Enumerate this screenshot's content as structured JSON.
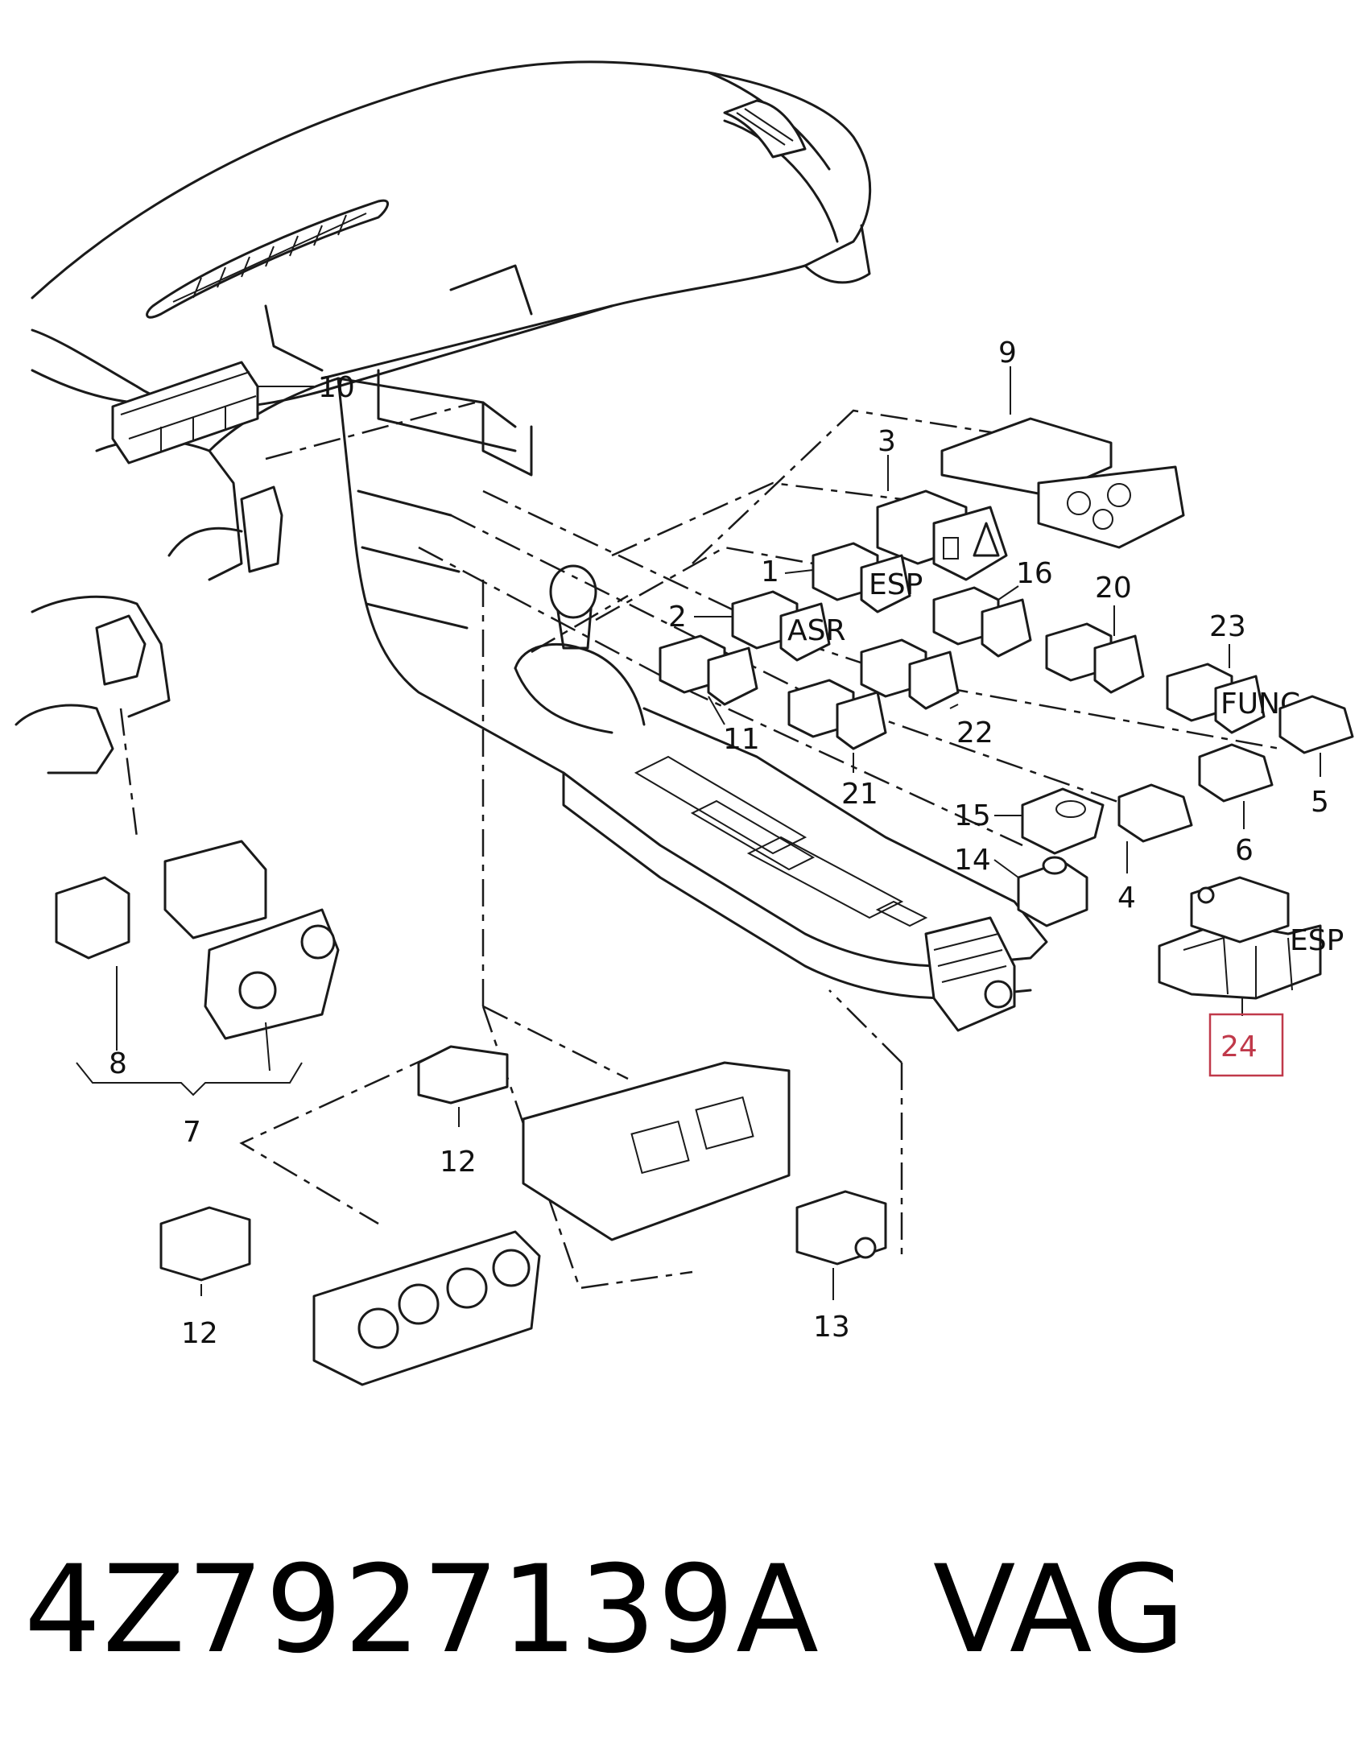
{
  "colors": {
    "line": "#1a1a1a",
    "highlight": "#c0394a",
    "background": "#ffffff"
  },
  "callouts": [
    {
      "id": "1",
      "label": "1"
    },
    {
      "id": "2",
      "label": "2"
    },
    {
      "id": "3",
      "label": "3"
    },
    {
      "id": "4",
      "label": "4"
    },
    {
      "id": "5",
      "label": "5"
    },
    {
      "id": "6",
      "label": "6"
    },
    {
      "id": "7",
      "label": "7"
    },
    {
      "id": "8",
      "label": "8"
    },
    {
      "id": "9",
      "label": "9"
    },
    {
      "id": "10",
      "label": "10"
    },
    {
      "id": "11",
      "label": "11"
    },
    {
      "id": "12a",
      "label": "12"
    },
    {
      "id": "12b",
      "label": "12"
    },
    {
      "id": "13",
      "label": "13"
    },
    {
      "id": "14",
      "label": "14"
    },
    {
      "id": "15",
      "label": "15"
    },
    {
      "id": "16",
      "label": "16"
    },
    {
      "id": "20",
      "label": "20"
    },
    {
      "id": "21",
      "label": "21"
    },
    {
      "id": "22",
      "label": "22"
    },
    {
      "id": "23",
      "label": "23"
    },
    {
      "id": "24",
      "label": "24",
      "highlighted": true
    }
  ],
  "switch_labels": {
    "esp_1": "ESP",
    "asr": "ASR",
    "func": "FUNC",
    "esp_24": "ESP"
  },
  "caption": {
    "part_number": "4Z7927139A",
    "brand": "VAG"
  }
}
